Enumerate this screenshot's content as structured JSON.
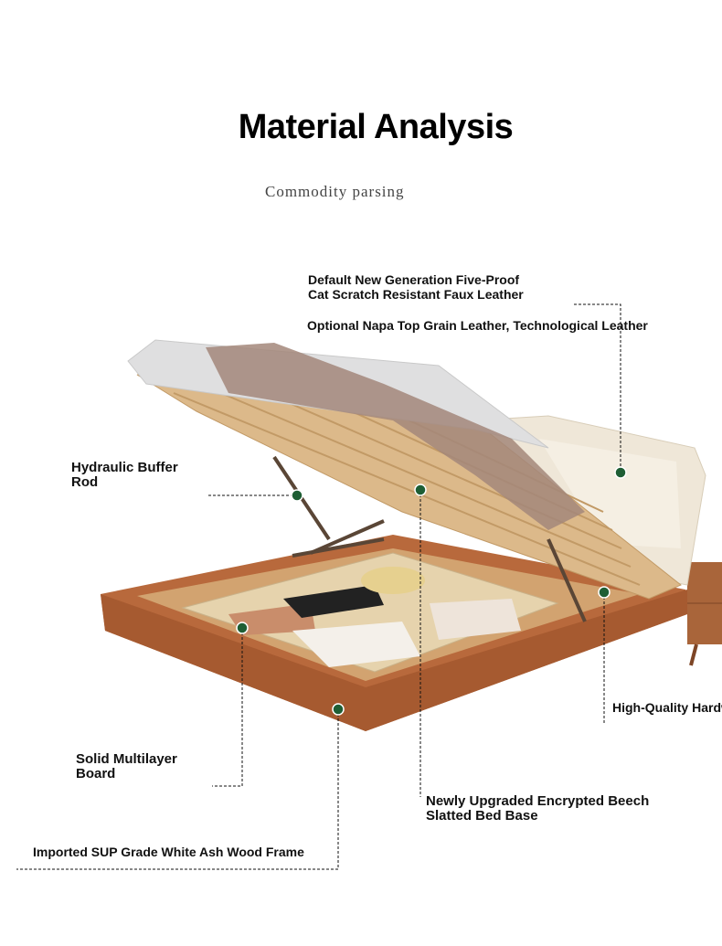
{
  "header": {
    "title": "Material Analysis",
    "subtitle": "Commodity parsing"
  },
  "callouts": {
    "leather_default": [
      "Default New Generation Five-Proof",
      "Cat Scratch Resistant Faux Leather"
    ],
    "leather_optional": "Optional Napa Top Grain Leather, Technological Leather",
    "hydraulic": [
      "Hydraulic Buffer",
      "Rod"
    ],
    "hardware": "High-Quality Hardware",
    "board": [
      "Solid Multilayer",
      "Board"
    ],
    "slats": [
      "Newly Upgraded Encrypted Beech",
      "Slatted Bed Base"
    ],
    "frame": "Imported SUP Grade White Ash Wood Frame"
  },
  "colors": {
    "marker": "#1e5e34",
    "frame_wood": "#b8693c",
    "slats": "#dcb98a",
    "headboard": "#efe7d8"
  }
}
